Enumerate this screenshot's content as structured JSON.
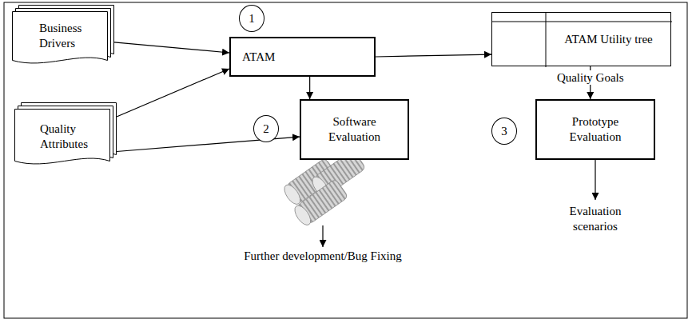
{
  "diagram": {
    "nodes": [
      {
        "text": [
          "Business Drivers"
        ]
      },
      {
        "text": [
          "1"
        ]
      },
      {
        "text": [
          "ATAM"
        ]
      },
      {
        "text": [
          "ATAM Utility tree"
        ]
      },
      {
        "text": [
          "Quality Attributes"
        ]
      },
      {
        "text": [
          "2"
        ]
      },
      {
        "text": [
          "Software Evaluation"
        ]
      },
      {
        "text": [
          "3"
        ]
      },
      {
        "text": [
          "Prototype Evaluation"
        ]
      }
    ],
    "edges": [
      {
        "from": 0,
        "to": 2,
        "arrow": "to"
      },
      {
        "from": 4,
        "to": 2,
        "arrow": "to"
      },
      {
        "from": 4,
        "to": 6,
        "arrow": "to"
      },
      {
        "from": 2,
        "to": 6,
        "arrow": "to"
      },
      {
        "from": 2,
        "to": 3,
        "arrow": "to"
      },
      {
        "from": 3,
        "to": 8,
        "label": "Quality Goals",
        "arrow": "to"
      }
    ],
    "labels": [
      "Further development/Bug Fixing",
      "Evaluation scenarios"
    ]
  }
}
